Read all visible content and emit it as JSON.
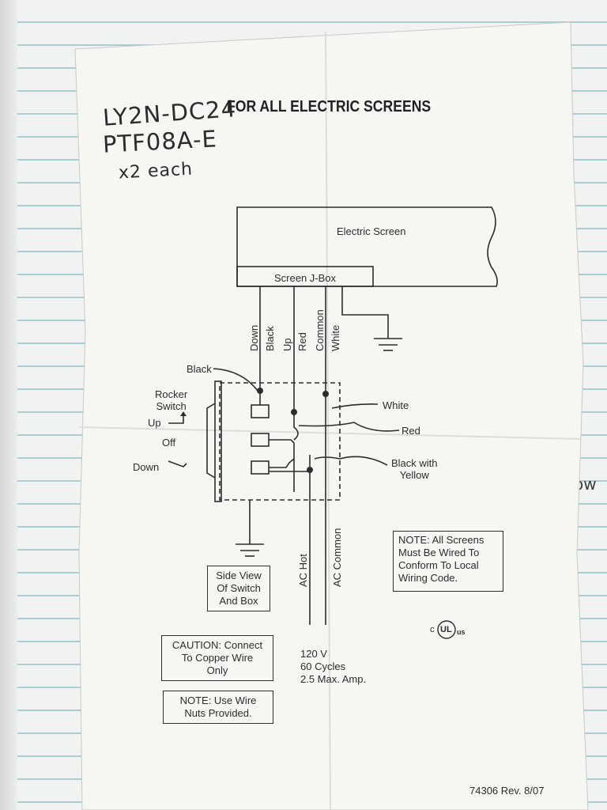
{
  "handwritten": {
    "line1": "LY2N-DC24",
    "line2": "PTF08A-E",
    "line3": "x2 each"
  },
  "title": "FOR ALL ELECTRIC SCREENS",
  "screen": {
    "label": "Electric Screen",
    "jbox_label": "Screen J-Box"
  },
  "wires": {
    "down": "Down",
    "black": "Black",
    "up": "Up",
    "red": "Red",
    "common": "Common",
    "white": "White"
  },
  "switch": {
    "black_label": "Black",
    "rocker_label": "Rocker\nSwitch",
    "up_label": "Up",
    "off_label": "Off",
    "down_label": "Down"
  },
  "callouts": {
    "white": "White",
    "red": "Red",
    "black_with_yellow": "Black with\nYellow"
  },
  "ac": {
    "hot": "AC Hot",
    "common": "AC Common"
  },
  "notes": {
    "side_view": "Side View\nOf Switch\nAnd Box",
    "caution": "CAUTION: Connect\nTo Copper Wire\nOnly",
    "wire_nuts": "NOTE: Use Wire\nNuts Provided.",
    "all_screens": "NOTE: All Screens\nMust Be Wired To\nConform To Local\nWiring Code."
  },
  "power": {
    "line1": "120 V",
    "line2": "60 Cycles",
    "line3": "2.5 Max. Amp."
  },
  "ul_mark": {
    "c": "c",
    "ul": "UL",
    "us": "us"
  },
  "footer": "74306  Rev. 8/07",
  "notebook_text": "ow"
}
